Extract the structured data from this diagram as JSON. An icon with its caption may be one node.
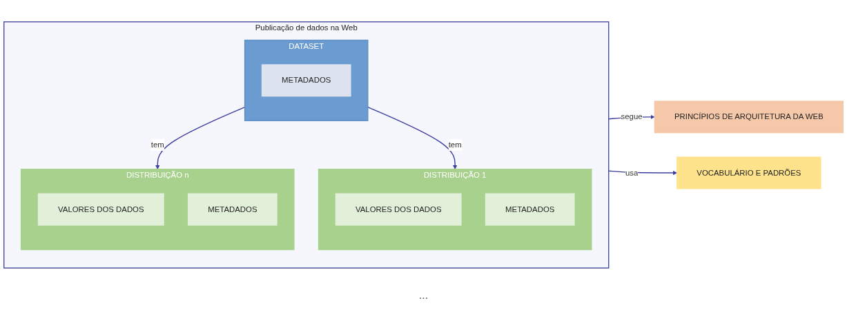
{
  "diagram": {
    "nodes": [
      {
        "text": [
          "PRINCÍPIOS DE ARQUITETURA DA WEB"
        ]
      },
      {
        "text": [
          "Publicação de dados na Web"
        ]
      },
      {
        "text": [
          "DATASET"
        ],
        "in": 1
      },
      {
        "text": [
          "METADADOS"
        ],
        "in": 2
      },
      {
        "text": [
          "DISTRIBUIÇÃO 1"
        ],
        "in": 1
      },
      {
        "text": [
          "VALORES DOS DADOS"
        ],
        "in": 4
      },
      {
        "text": [
          "METADADOS"
        ],
        "in": 4
      },
      {
        "text": [
          "DISTRIBUIÇÃO n"
        ],
        "in": 1
      },
      {
        "text": [
          "VALORES DOS DADOS"
        ],
        "in": 7
      },
      {
        "text": [
          "METADADOS"
        ],
        "in": 7
      },
      {
        "text": [
          "VOCABULÁRIO E PADRÕES"
        ]
      }
    ],
    "edges": [
      {
        "from": 1,
        "to": 0,
        "label": "segue",
        "arrow": "to"
      },
      {
        "from": 1,
        "to": 10,
        "label": "usa",
        "arrow": "to"
      },
      {
        "from": 2,
        "to": 4,
        "label": "tem",
        "arrow": "to"
      },
      {
        "from": 2,
        "to": 7,
        "label": "tem",
        "arrow": "to"
      }
    ],
    "labels": [
      "..."
    ]
  }
}
